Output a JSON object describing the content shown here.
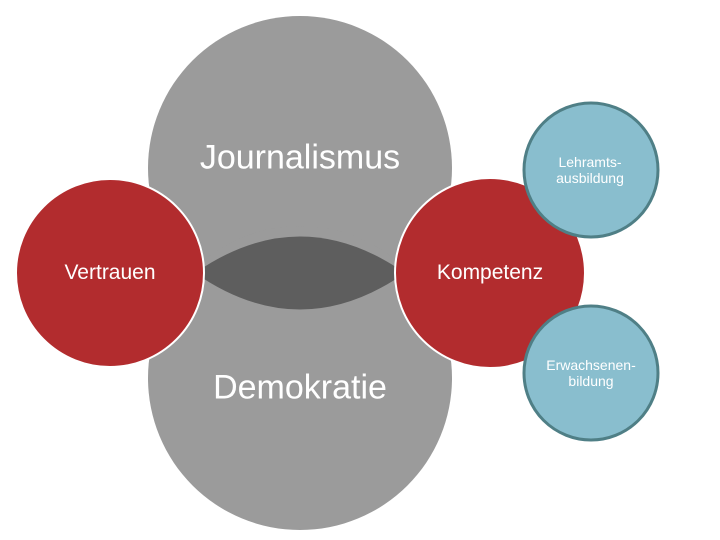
{
  "diagram": {
    "large_circles": [
      {
        "id": "journalismus",
        "label": "Journalismus"
      },
      {
        "id": "demokratie",
        "label": "Demokratie"
      }
    ],
    "side_circles": [
      {
        "id": "vertrauen",
        "label": "Vertrauen"
      },
      {
        "id": "kompetenz",
        "label": "Kompetenz"
      }
    ],
    "small_circles": [
      {
        "id": "lehramtsausbildung",
        "label_line1": "Lehramts-",
        "label_line2": "ausbildung"
      },
      {
        "id": "erwachsenenbildung",
        "label_line1": "Erwachsenen-",
        "label_line2": "bildung"
      }
    ],
    "colors": {
      "large_fill": "#9b9b9b",
      "overlap_fill": "#5e5e5e",
      "red_fill": "#b22c2e",
      "red_stroke": "#ffffff",
      "blue_fill": "#89bece",
      "blue_stroke": "#4f7f86",
      "text": "#ffffff"
    }
  }
}
